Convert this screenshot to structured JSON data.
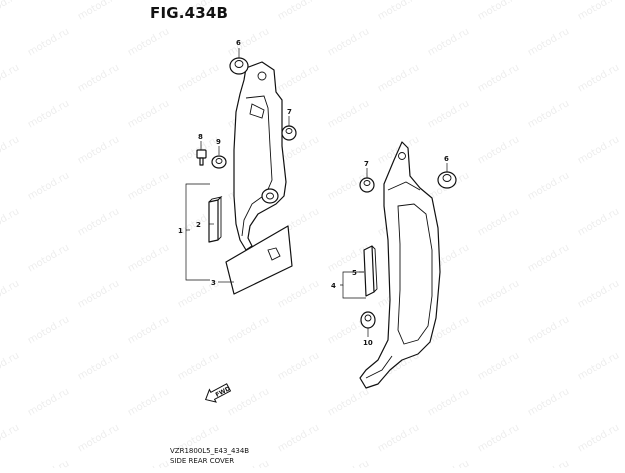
{
  "figure": {
    "title": "FIG.434B",
    "model_code": "VZR1800L5_E43_434B",
    "section_name": "SIDE REAR COVER",
    "watermark_text": "motod.ru",
    "direction_label": "FWD"
  },
  "callouts": [
    {
      "id": "c1",
      "label": "1"
    },
    {
      "id": "c2",
      "label": "2"
    },
    {
      "id": "c3",
      "label": "3"
    },
    {
      "id": "c4",
      "label": "4"
    },
    {
      "id": "c5",
      "label": "5"
    },
    {
      "id": "c6a",
      "label": "6"
    },
    {
      "id": "c6b",
      "label": "6"
    },
    {
      "id": "c7a",
      "label": "7"
    },
    {
      "id": "c7b",
      "label": "7"
    },
    {
      "id": "c8",
      "label": "8"
    },
    {
      "id": "c9",
      "label": "9"
    },
    {
      "id": "c10",
      "label": "10"
    }
  ]
}
